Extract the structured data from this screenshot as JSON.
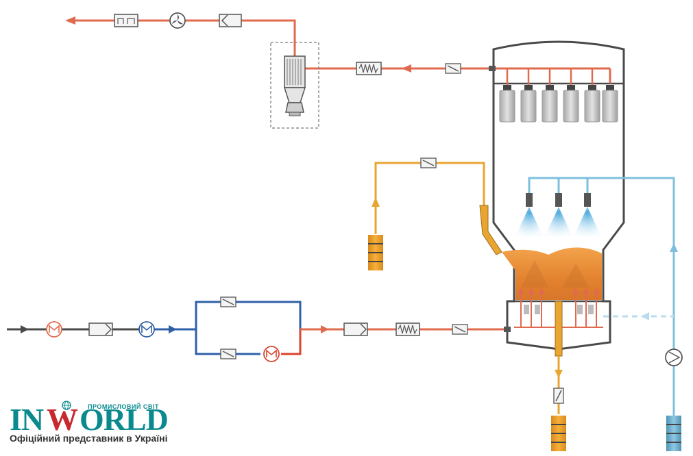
{
  "colors": {
    "exhaust": "#e06a4e",
    "cold_air": "#2f5fa8",
    "hot_air": "#d9432f",
    "granulate": "#e8a532",
    "liquid": "#7ec0dc",
    "vessel": "#4a4a4a",
    "filter_bag": "#c8c8c8",
    "bed": "#e88a3a",
    "logo_teal": "#0a8a8f",
    "logo_red": "#c8292f"
  },
  "icons": [
    "fan-icon",
    "heat-exchanger-icon",
    "cooler-icon",
    "heater-icon",
    "filter-icon",
    "damper-icon",
    "pump-icon",
    "silencer-icon",
    "cyclone-filter-icon"
  ],
  "logo": {
    "left": "IN",
    "w": "W",
    "right": "ORLD",
    "tagline": "ПРОМИСЛОВИЙ СВІТ",
    "caption": "Офіційний представник в Україні"
  }
}
